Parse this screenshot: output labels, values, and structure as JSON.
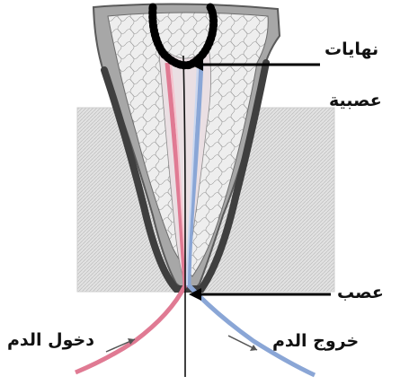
{
  "labels": {
    "nerve_endings_line1": "نهايات",
    "nerve_endings_line2": "عصبية",
    "nerve": "عصب",
    "blood_in": "دخول الدم",
    "blood_out": "خروج الدم"
  },
  "colors": {
    "enamel": "#a9a9a9",
    "bone": "#d6d6d6",
    "dentin": "#dcdcdc",
    "artery": "#e07a93",
    "vein": "#8aa6d6",
    "nerve_line": "#111111"
  }
}
